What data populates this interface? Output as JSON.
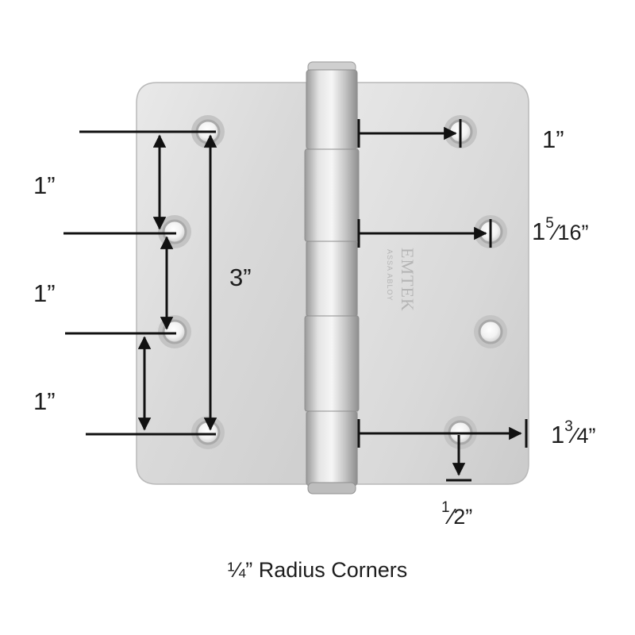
{
  "brand": {
    "logo_text": "EMTEK",
    "logo_subtext": "ASSA ABLOY"
  },
  "dimensions": {
    "left_top_spacing": "1”",
    "left_mid_spacing": "1”",
    "left_bottom_spacing": "1”",
    "left_total_span": "3”",
    "right_top_offset": "1”",
    "right_mid_offset_whole": "1",
    "right_mid_offset_num": "5",
    "right_mid_offset_den": "16”",
    "right_bottom_offset_whole": "1",
    "right_bottom_offset_num": "3",
    "right_bottom_offset_den": "4”",
    "bottom_edge_num": "1",
    "bottom_edge_den": "2”"
  },
  "caption": "¼” Radius Corners",
  "colors": {
    "plate": "#dcdcdc",
    "dimension_line": "#111111"
  }
}
